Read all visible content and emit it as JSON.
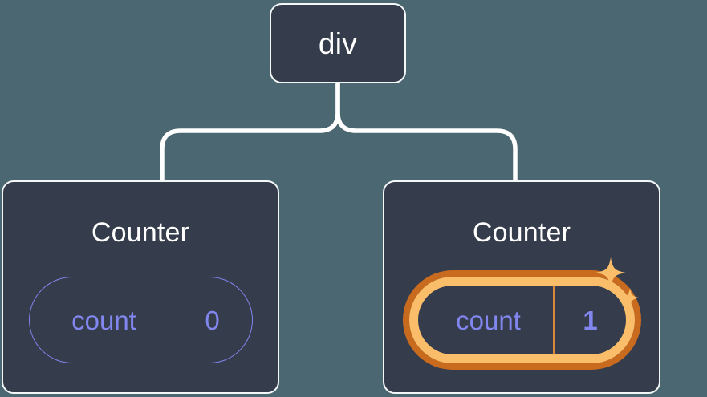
{
  "diagram": {
    "type": "component-tree",
    "background_color": "#4b6771",
    "node_fill_color": "#353c4b",
    "node_border_color": "#f4f7f8",
    "state_color": "#8286ef",
    "highlight_inner_color": "#fabe6b",
    "highlight_outer_color": "#c96b1e",
    "connector_color": "#ffffff"
  },
  "root": {
    "label": "div"
  },
  "children": [
    {
      "title": "Counter",
      "state": {
        "key": "count",
        "value": "0"
      },
      "highlighted": false,
      "sparkles": false
    },
    {
      "title": "Counter",
      "state": {
        "key": "count",
        "value": "1"
      },
      "highlighted": true,
      "sparkles": true
    }
  ]
}
